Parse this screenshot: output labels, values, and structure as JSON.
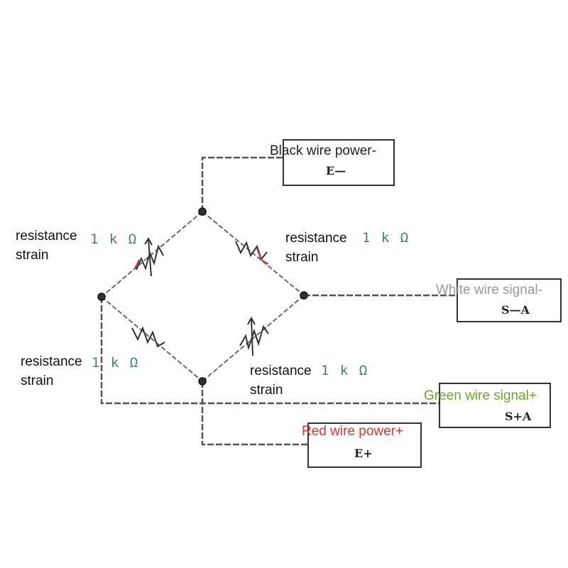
{
  "terminals": {
    "black": {
      "label": "Black wire power-",
      "code": "E—",
      "color": "#222222"
    },
    "white": {
      "label": "White wire signal-",
      "code": "S—A",
      "color": "#999999"
    },
    "green": {
      "label": "Green wire signal+",
      "code": "S+A",
      "color": "#6aaa2a"
    },
    "red": {
      "label": "Red wire power+",
      "code": "E+",
      "color": "#e03030"
    }
  },
  "resistors": [
    {
      "line1": "resistance",
      "line2": "strain",
      "value": "1 k Ω"
    },
    {
      "line1": "resistance",
      "line2": "strain",
      "value": "1 k Ω"
    },
    {
      "line1": "resistance",
      "line2": "strain",
      "value": "1 k Ω"
    },
    {
      "line1": "resistance",
      "line2": "strain",
      "value": "1 k Ω"
    }
  ],
  "icons": {
    "resistor": "zigzag-resistor-icon",
    "variable_resistor": "variable-resistor-arrow-icon",
    "junction": "junction-dot-icon"
  }
}
